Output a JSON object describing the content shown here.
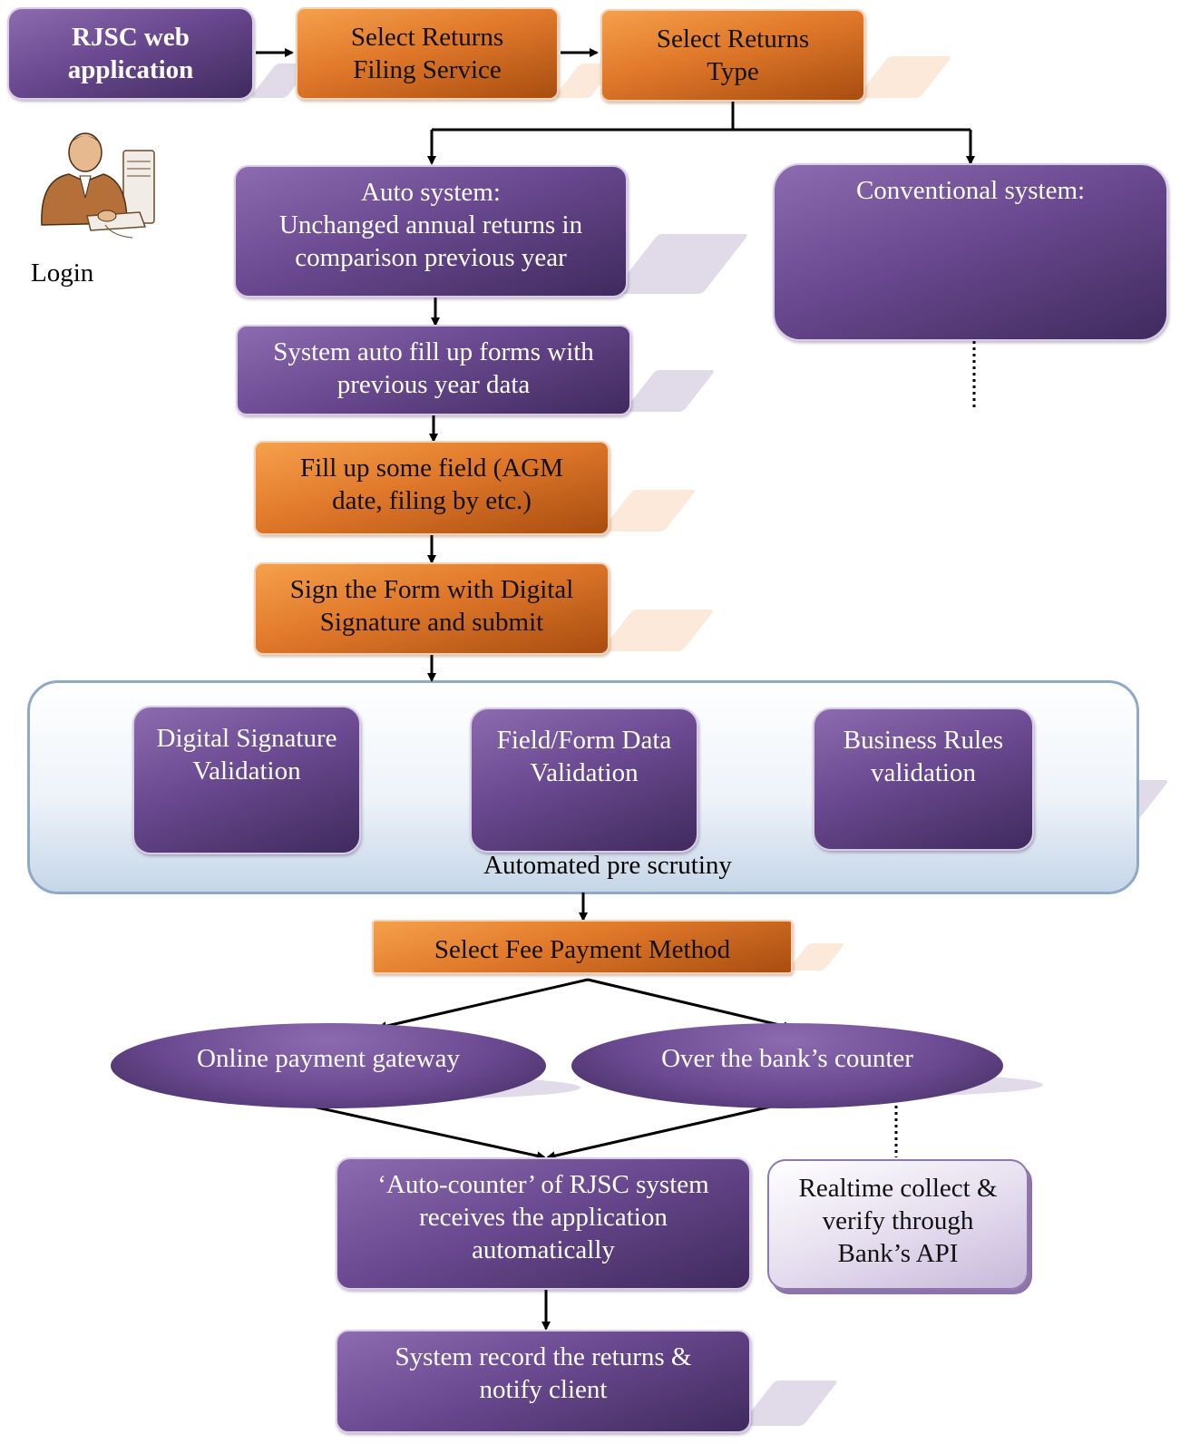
{
  "nodes": {
    "rjsc_web_app": "RJSC web\napplication",
    "select_returns_filing_service": "Select Returns\nFiling Service",
    "select_returns_type": "Select Returns\nType",
    "login": "Login",
    "auto_system": "Auto system:\nUnchanged annual returns in\ncomparison previous year",
    "conventional_system": "Conventional system:",
    "auto_fill": "System auto fill up forms with\nprevious year data",
    "fill_fields": "Fill up some field (AGM\ndate, filing by etc.)",
    "sign_form": "Sign the Form with Digital\nSignature and submit",
    "digital_signature_validation": "Digital Signature\nValidation",
    "field_form_validation": "Field/Form Data\nValidation",
    "business_rules_validation": "Business Rules\nvalidation",
    "automated_pre_scrutiny": "Automated pre scrutiny",
    "select_fee_payment": "Select Fee Payment Method",
    "online_payment": "Online payment gateway",
    "bank_counter": "Over the bank’s counter",
    "auto_counter": "‘Auto-counter’ of RJSC system\nreceives the application\nautomatically",
    "realtime_verify": "Realtime collect &\nverify through\nBank’s API",
    "record_notify": "System record the returns &\nnotify client"
  },
  "colors": {
    "purple": "#6a4990",
    "orange": "#e0782a",
    "container_border": "#8fa9c6",
    "arrow": "#000000"
  },
  "icons": [
    "person-at-computer-icon"
  ]
}
